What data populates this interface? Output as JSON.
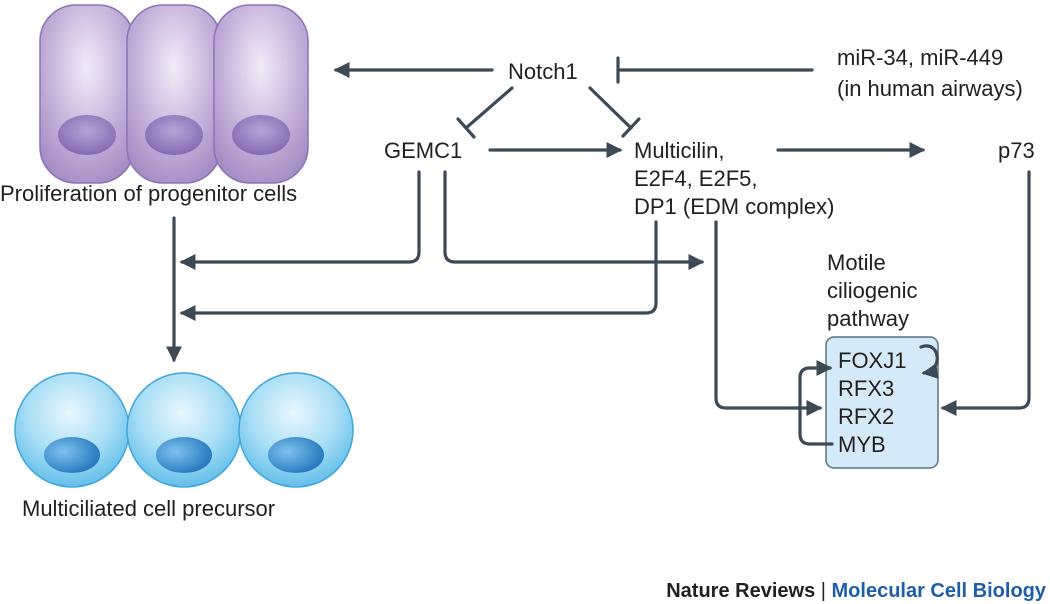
{
  "title": "",
  "nodes": {
    "notch1": "Notch1",
    "mirna_line1": "miR-34, miR-449",
    "mirna_line2": "(in human airways)",
    "gemc1": "GEMC1",
    "multicilin_line1": "Multicilin,",
    "multicilin_line2": "E2F4, E2F5,",
    "multicilin_line3": "DP1 (EDM complex)",
    "p73": "p73",
    "progenitor_label": "Proliferation of progenitor cells",
    "precursor_label": "Multiciliated cell precursor",
    "pathway_line1": "Motile",
    "pathway_line2": "ciliogenic",
    "pathway_line3": "pathway",
    "foxj1": "FOXJ1",
    "rfx3": "RFX3",
    "rfx2": "RFX2",
    "myb": "MYB"
  },
  "credit": {
    "journal": "Nature Reviews",
    "separator": " | ",
    "section": "Molecular Cell Biology"
  },
  "colors": {
    "progenitor_cell": "#a58cc4",
    "progenitor_nucleus": "#8468b4",
    "precursor_cell": "#6ec6ee",
    "precursor_nucleus": "#2c86c8",
    "pathway_box": "#d4eaf8",
    "arrow": "#3d4a55",
    "credit_blue": "#1d5ea8"
  }
}
